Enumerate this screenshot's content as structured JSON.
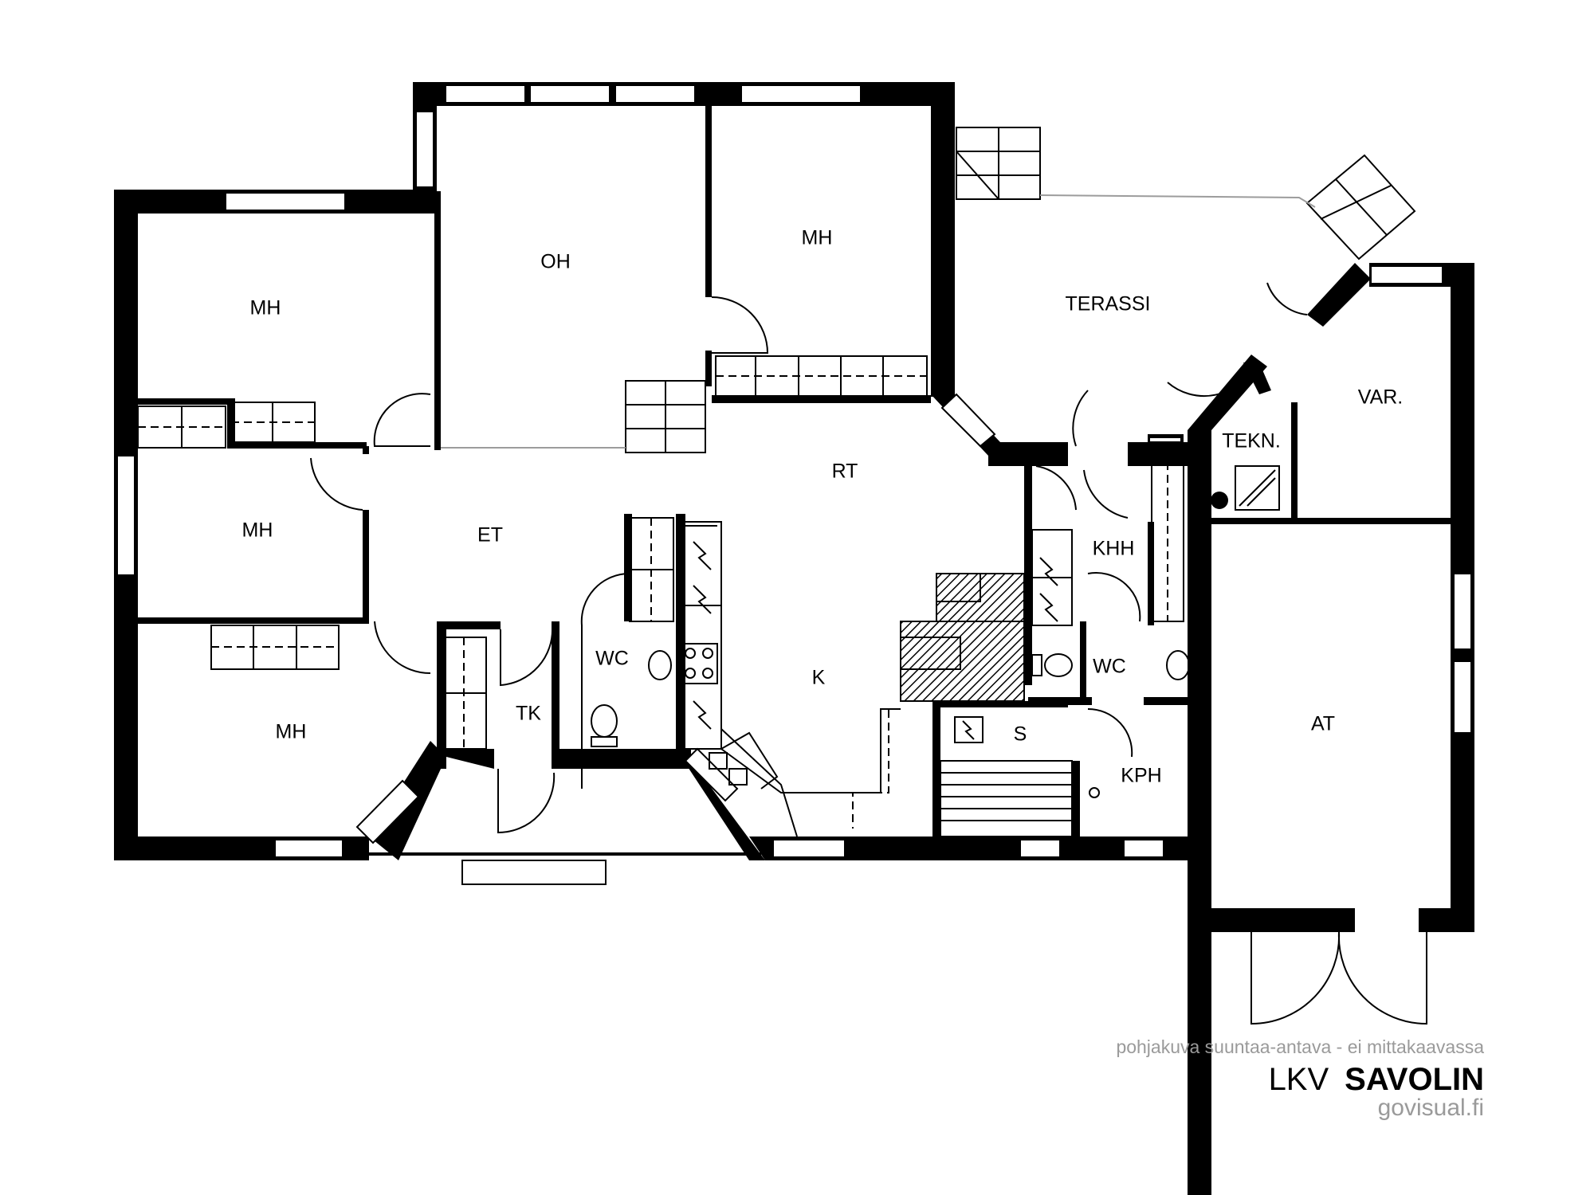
{
  "plan": {
    "rooms": [
      {
        "id": "oh",
        "label": "OH"
      },
      {
        "id": "mh-top",
        "label": "MH"
      },
      {
        "id": "mh-nw",
        "label": "MH"
      },
      {
        "id": "mh-w",
        "label": "MH"
      },
      {
        "id": "mh-sw",
        "label": "MH"
      },
      {
        "id": "terassi",
        "label": "TERASSI"
      },
      {
        "id": "rt",
        "label": "RT"
      },
      {
        "id": "et",
        "label": "ET"
      },
      {
        "id": "k",
        "label": "K"
      },
      {
        "id": "wc-1",
        "label": "WC"
      },
      {
        "id": "tk",
        "label": "TK"
      },
      {
        "id": "khh",
        "label": "KHH"
      },
      {
        "id": "wc-2",
        "label": "WC"
      },
      {
        "id": "s",
        "label": "S"
      },
      {
        "id": "kph",
        "label": "KPH"
      },
      {
        "id": "tekn",
        "label": "TEKN."
      },
      {
        "id": "var",
        "label": "VAR."
      },
      {
        "id": "at",
        "label": "AT"
      }
    ]
  },
  "footer": {
    "disclaimer": "pohjakuva suuntaa-antava - ei mittakaavassa",
    "brand_light": "LKV",
    "brand_bold": "SAVOLIN",
    "website": "govisual.fi"
  }
}
